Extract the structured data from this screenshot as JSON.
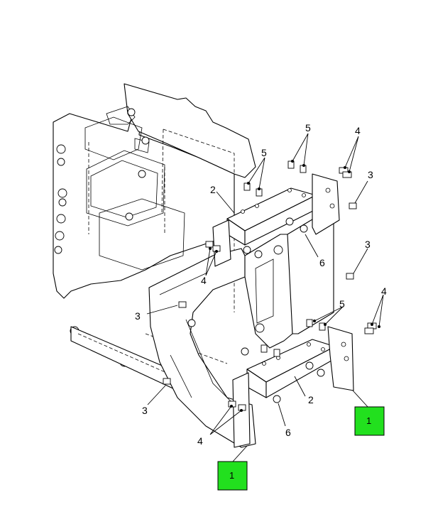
{
  "callouts": {
    "c5a": "5",
    "c5b": "5",
    "c4a": "4",
    "c3a": "3",
    "c2a": "2",
    "c6a": "6",
    "c4b": "4",
    "c3b": "3",
    "c3c": "3",
    "c5c": "5",
    "c4c": "4",
    "c2b": "2",
    "c3d": "3",
    "c6b": "6",
    "c4d": "4"
  },
  "tags": {
    "t1a": "1",
    "t1b": "1"
  },
  "colors": {
    "tag_fill": "#22e01e",
    "line": "#000000"
  },
  "icons": [
    "bolt-icon",
    "washer-icon",
    "nut-icon",
    "bracket-icon"
  ]
}
